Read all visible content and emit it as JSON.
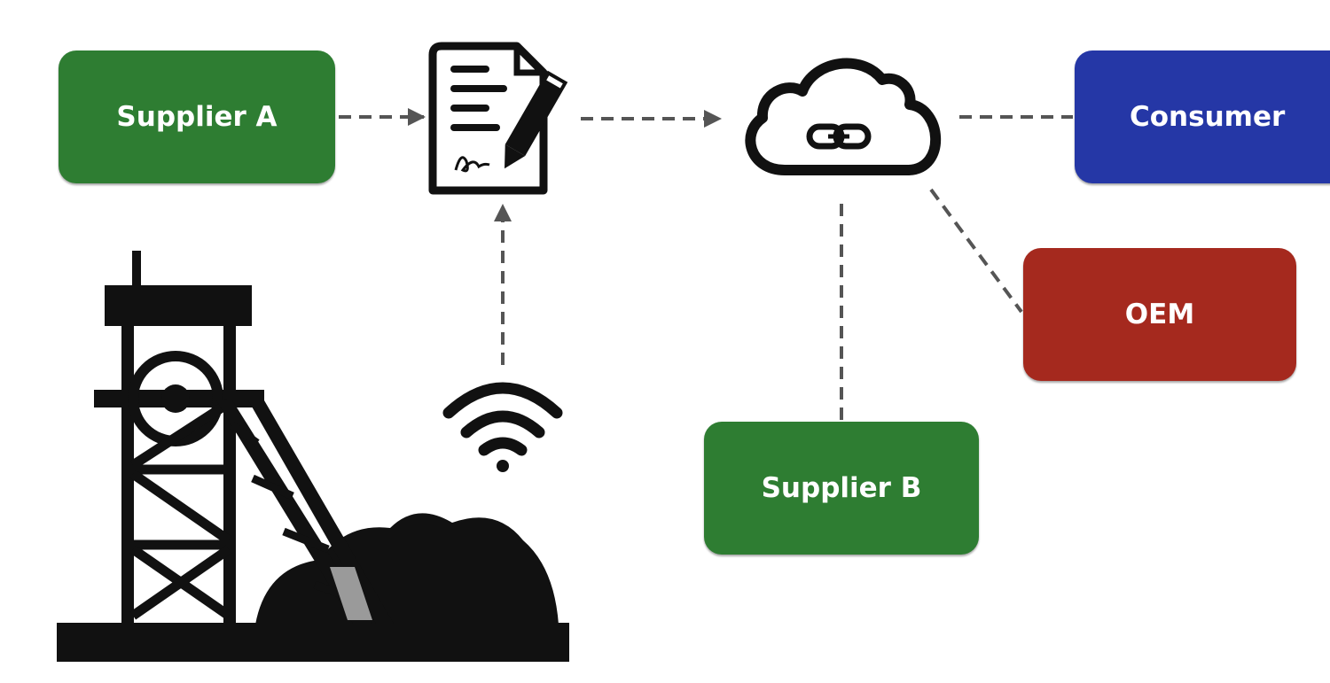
{
  "nodes": {
    "supplier_a": {
      "label": "Supplier A",
      "color": "#2e7d32"
    },
    "consumer": {
      "label": "Consumer",
      "color": "#2537a6"
    },
    "oem": {
      "label": "OEM",
      "color": "#a5291e"
    },
    "supplier_b": {
      "label": "Supplier B",
      "color": "#2e7d32"
    }
  },
  "icons": {
    "contract": "signed-document-icon",
    "cloud": "cloud-link-icon",
    "wireless": "wifi-icon",
    "mine": "mine-headframe-icon"
  },
  "colors": {
    "connector": "#555555",
    "icon": "#111111"
  }
}
